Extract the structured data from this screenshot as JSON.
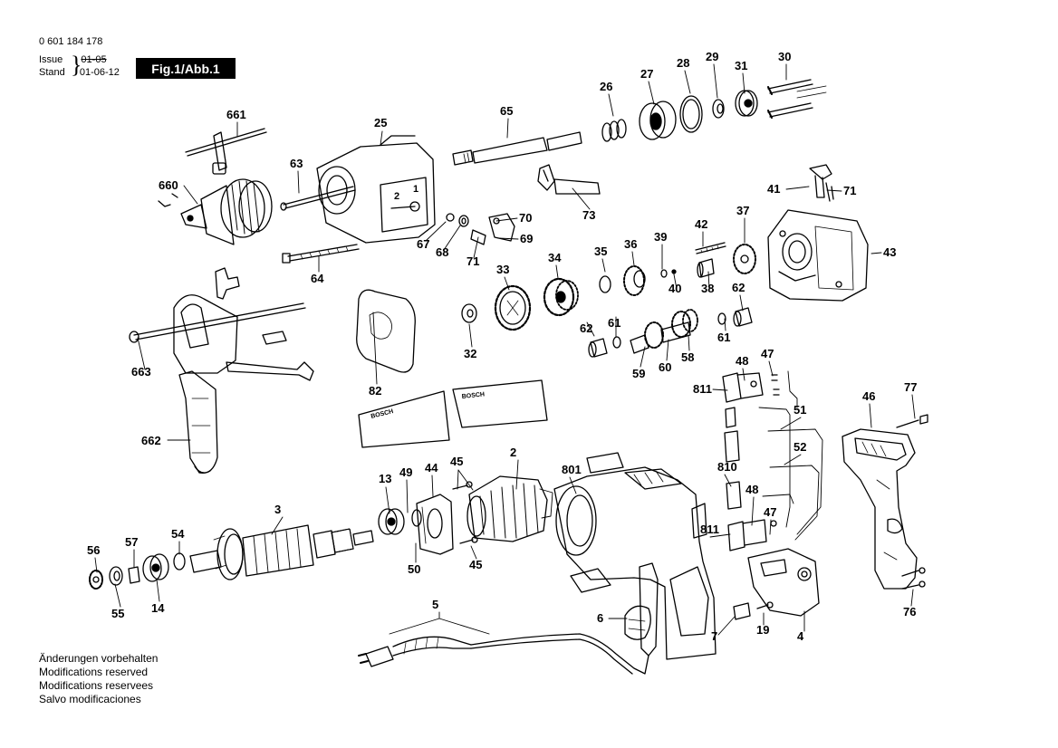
{
  "header": {
    "part_number": "0 601 184 178",
    "issue_label": "Issue",
    "issue_value": "01-05",
    "stand_label": "Stand",
    "stand_value": "01-06-12",
    "figure_label": "Fig.1/Abb.1"
  },
  "footer_notes": [
    "Änderungen vorbehalten",
    "Modifications reserved",
    "Modifications reservees",
    "Salvo modificaciones"
  ],
  "plate_text": [
    "2",
    "1"
  ],
  "brand_text": "BOSCH",
  "callouts": [
    "661",
    "25",
    "65",
    "26",
    "27",
    "28",
    "29",
    "31",
    "30",
    "63",
    "660",
    "70",
    "69",
    "67",
    "68",
    "71",
    "73",
    "41",
    "71",
    "37",
    "42",
    "39",
    "43",
    "36",
    "35",
    "34",
    "33",
    "40",
    "38",
    "62",
    "64",
    "32",
    "62",
    "61",
    "59",
    "60",
    "58",
    "61",
    "82",
    "48",
    "47",
    "663",
    "811",
    "51",
    "46",
    "77",
    "662",
    "52",
    "2",
    "801",
    "13",
    "49",
    "44",
    "45",
    "810",
    "48",
    "3",
    "47",
    "54",
    "57",
    "56",
    "811",
    "50",
    "45",
    "14",
    "55",
    "5",
    "6",
    "7",
    "19",
    "4",
    "76"
  ]
}
